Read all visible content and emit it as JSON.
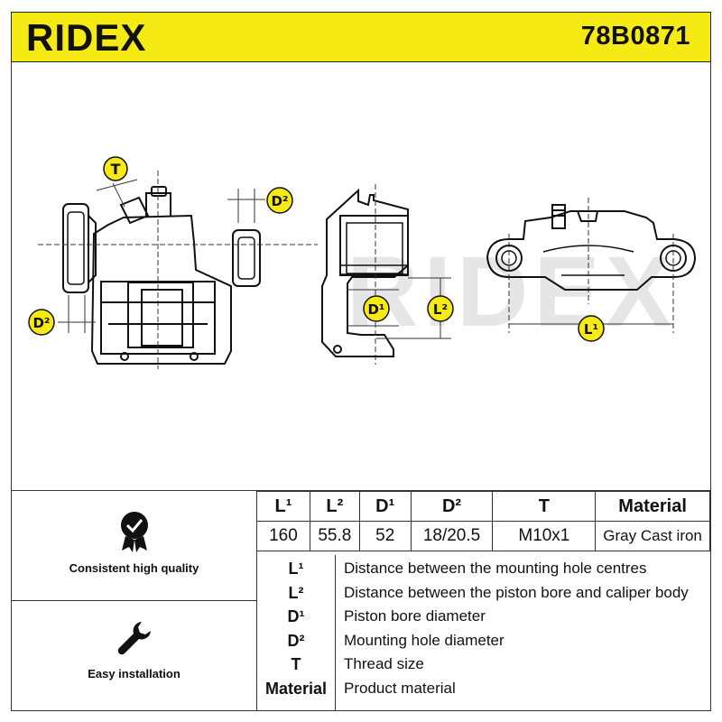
{
  "brand": {
    "name": "RIDEX",
    "accent_color": "#f5ea14"
  },
  "header": {
    "part_number": "78B0871"
  },
  "drawing": {
    "watermark": "RIDEX",
    "labels": {
      "t": "T",
      "d2_top": "D²",
      "d2_left": "D²",
      "d1": "D¹",
      "l2": "L²",
      "l1": "L¹"
    }
  },
  "features": [
    {
      "icon": "quality-check-icon",
      "label": "Consistent high quality"
    },
    {
      "icon": "wrench-icon",
      "label": "Easy installation"
    }
  ],
  "spec_table": {
    "headers": [
      "L¹",
      "L²",
      "D¹",
      "D²",
      "T",
      "Material"
    ],
    "values": [
      "160",
      "55.8",
      "52",
      "18/20.5",
      "M10x1",
      "Gray Cast iron"
    ]
  },
  "legend": [
    {
      "symbol": "L¹",
      "description": "Distance between the mounting hole centres"
    },
    {
      "symbol": "L²",
      "description": "Distance between the piston bore and caliper body"
    },
    {
      "symbol": "D¹",
      "description": "Piston bore diameter"
    },
    {
      "symbol": "D²",
      "description": "Mounting hole diameter"
    },
    {
      "symbol": "T",
      "description": "Thread size"
    },
    {
      "symbol": "Material",
      "description": "Product material"
    }
  ]
}
